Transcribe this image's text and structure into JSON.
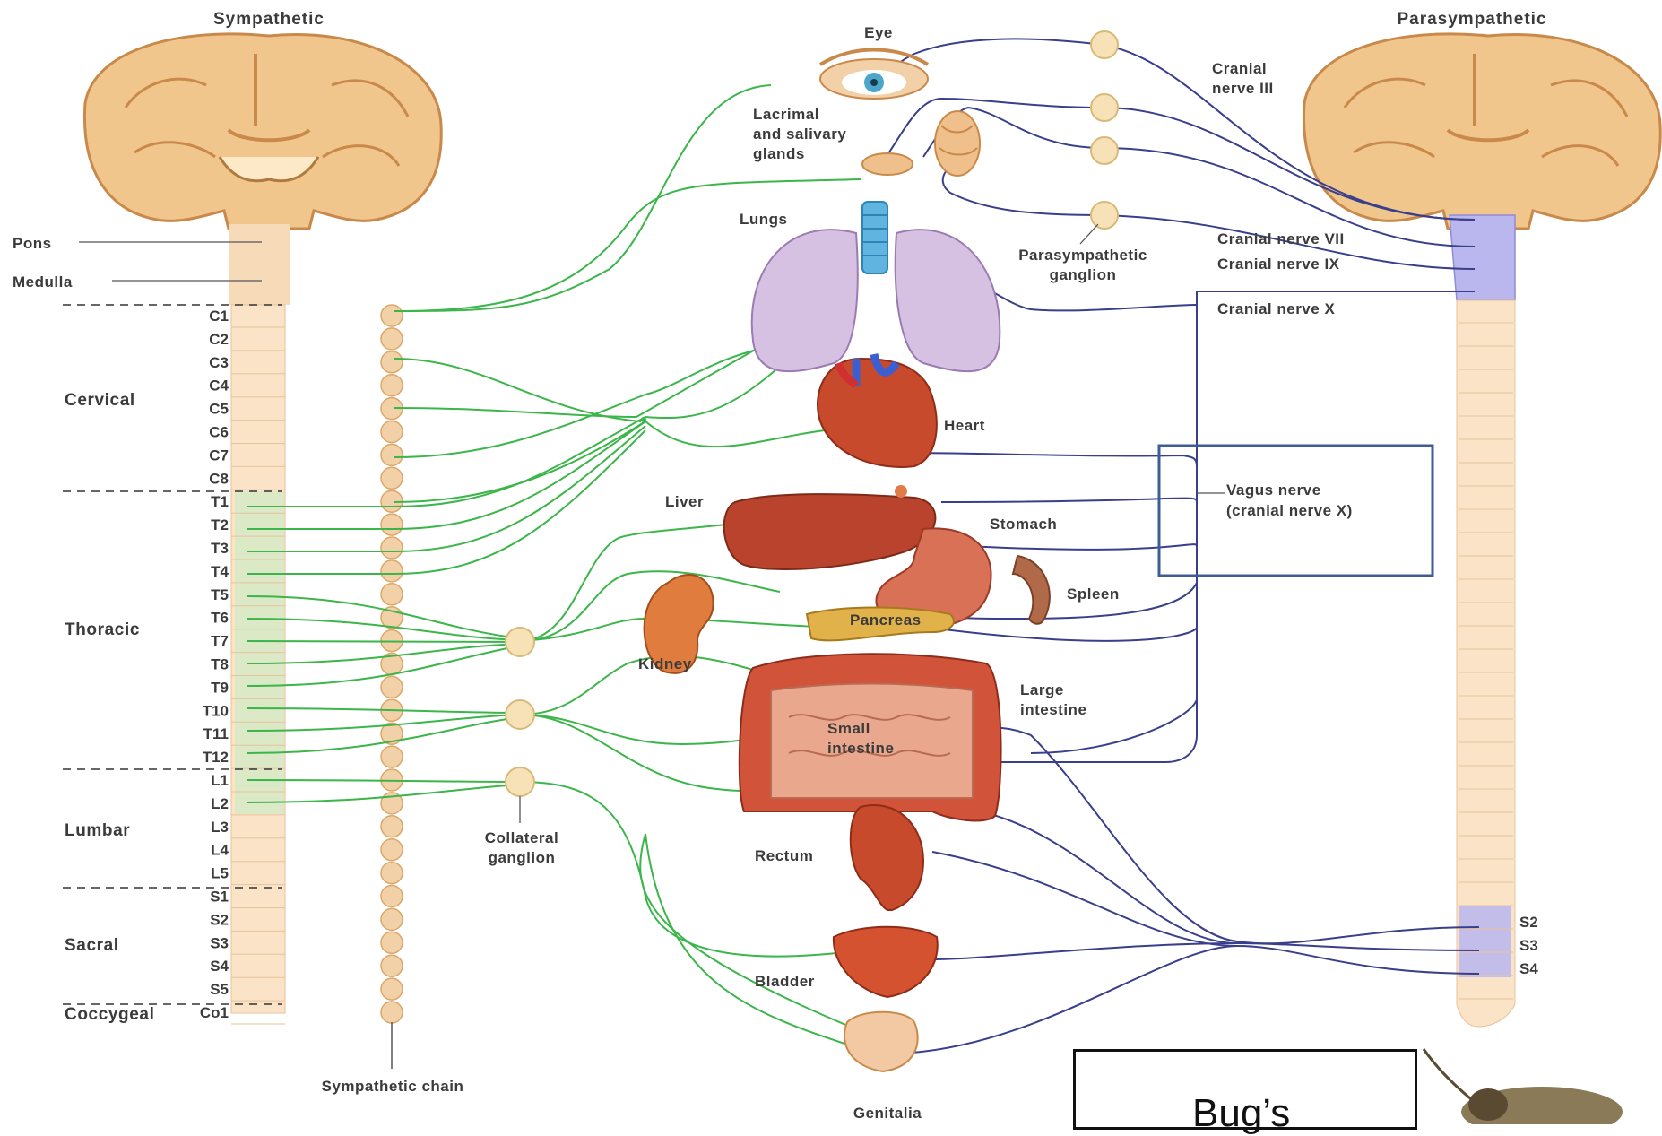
{
  "titles": {
    "left": "Sympathetic",
    "right": "Parasympathetic"
  },
  "brainstem": {
    "pons": "Pons",
    "medulla": "Medulla"
  },
  "regions": [
    {
      "label": "Cervical"
    },
    {
      "label": "Thoracic"
    },
    {
      "label": "Lumbar"
    },
    {
      "label": "Sacral"
    },
    {
      "label": "Coccygeal"
    }
  ],
  "segments": [
    "C1",
    "C2",
    "C3",
    "C4",
    "C5",
    "C6",
    "C7",
    "C8",
    "T1",
    "T2",
    "T3",
    "T4",
    "T5",
    "T6",
    "T7",
    "T8",
    "T9",
    "T10",
    "T11",
    "T12",
    "L1",
    "L2",
    "L3",
    "L4",
    "L5",
    "S1",
    "S2",
    "S3",
    "S4",
    "S5",
    "Co1"
  ],
  "sacral_right": [
    "S2",
    "S3",
    "S4"
  ],
  "organs": {
    "eye": "Eye",
    "lacrimal": [
      "Lacrimal",
      "and salivary",
      "glands"
    ],
    "lungs": "Lungs",
    "heart": "Heart",
    "liver": "Liver",
    "stomach": "Stomach",
    "spleen": "Spleen",
    "pancreas": "Pancreas",
    "kidney": "Kidney",
    "large_intestine": [
      "Large",
      "intestine"
    ],
    "small_intestine": [
      "Small",
      "intestine"
    ],
    "rectum": "Rectum",
    "bladder": "Bladder",
    "genitalia": "Genitalia"
  },
  "ganglia": {
    "parasympathetic": [
      "Parasympathetic",
      "ganglion"
    ],
    "collateral": [
      "Collateral",
      "ganglion"
    ],
    "chain": "Sympathetic chain"
  },
  "nerves": {
    "cn3": [
      "Cranial",
      "nerve III"
    ],
    "cn7": "Cranial nerve VII",
    "cn9": "Cranial nerve IX",
    "cn10": "Cranial nerve X",
    "vagus": [
      "Vagus nerve",
      "(cranial nerve X)"
    ]
  },
  "note_box": {
    "text": "Bug’s"
  },
  "colors": {
    "sympathetic": "#3cb54a",
    "parasympathetic": "#3a3f8c",
    "brain": "#f0c58a",
    "organ_red": "#c7452b",
    "highlight_box": "#3e5d96"
  }
}
